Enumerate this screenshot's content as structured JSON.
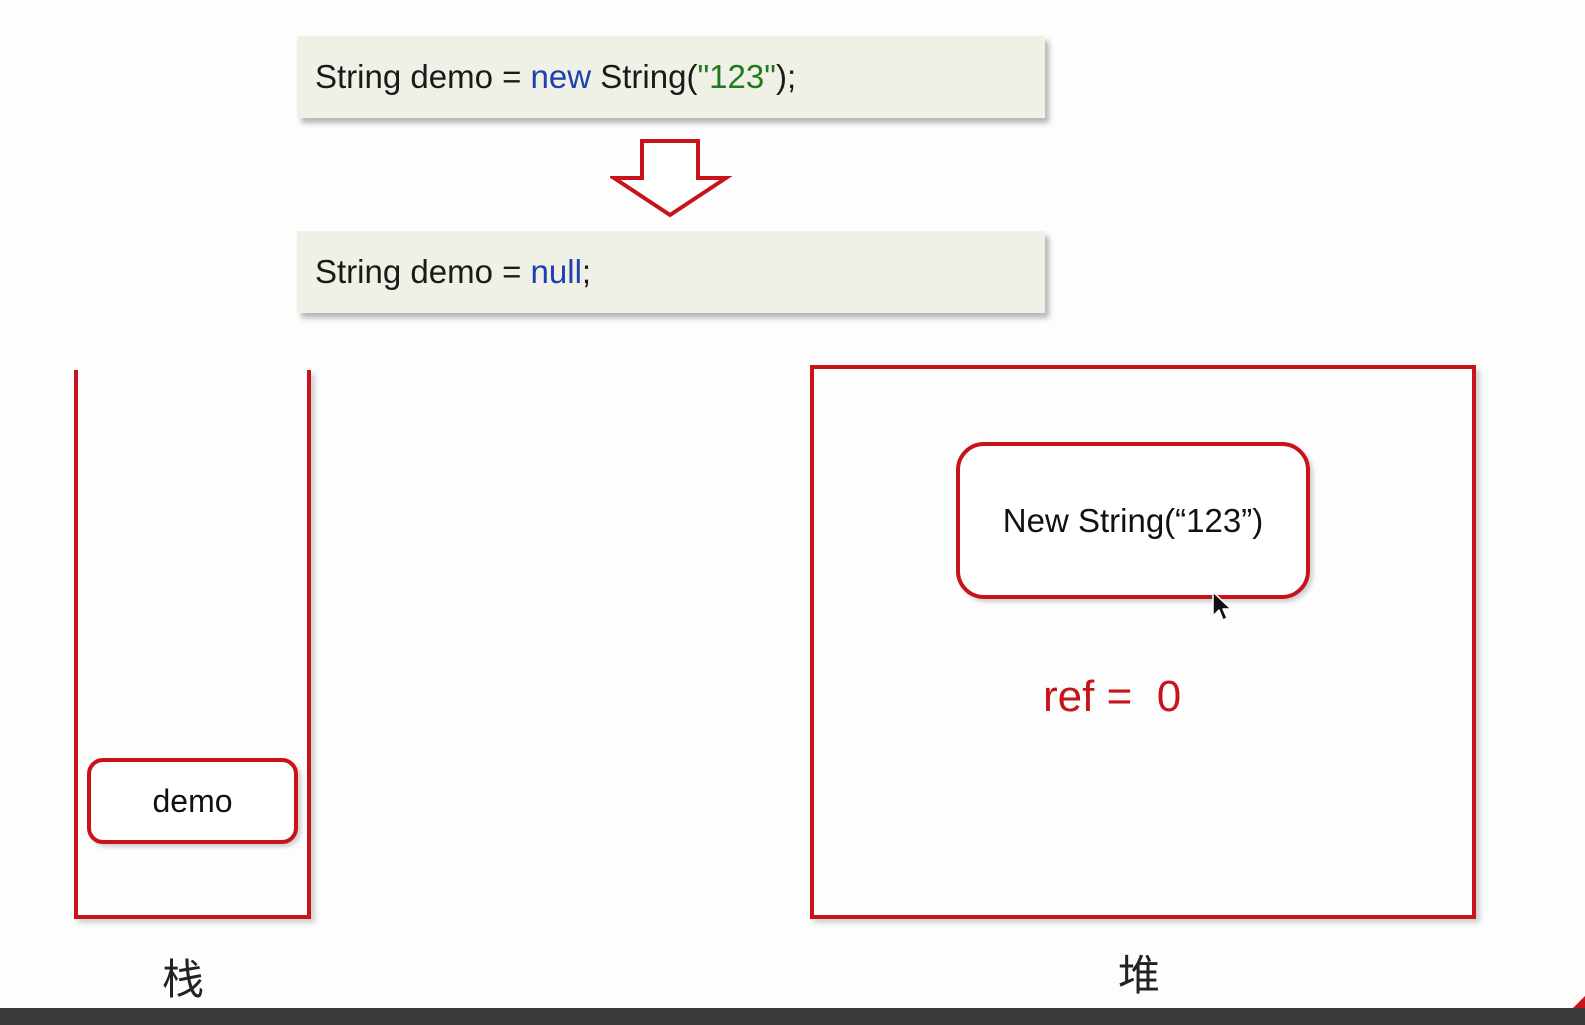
{
  "code_lines": [
    {
      "tokens": [
        {
          "text": "String demo = ",
          "kind": "plain"
        },
        {
          "text": "new",
          "kind": "keyword"
        },
        {
          "text": " String(",
          "kind": "plain"
        },
        {
          "text": "\"123\"",
          "kind": "string"
        },
        {
          "text": ");",
          "kind": "plain"
        }
      ]
    },
    {
      "tokens": [
        {
          "text": "String demo = ",
          "kind": "plain"
        },
        {
          "text": "null",
          "kind": "keyword"
        },
        {
          "text": ";",
          "kind": "plain"
        }
      ]
    }
  ],
  "stack": {
    "label": "栈",
    "variable": "demo"
  },
  "heap": {
    "label": "堆",
    "object": "New String(“123”)",
    "ref_text": "ref =  0"
  },
  "colors": {
    "accent_red": "#c8131b",
    "keyword_blue": "#1d3fb0",
    "string_green": "#1f7a1f",
    "code_background": "#eff0e6"
  }
}
